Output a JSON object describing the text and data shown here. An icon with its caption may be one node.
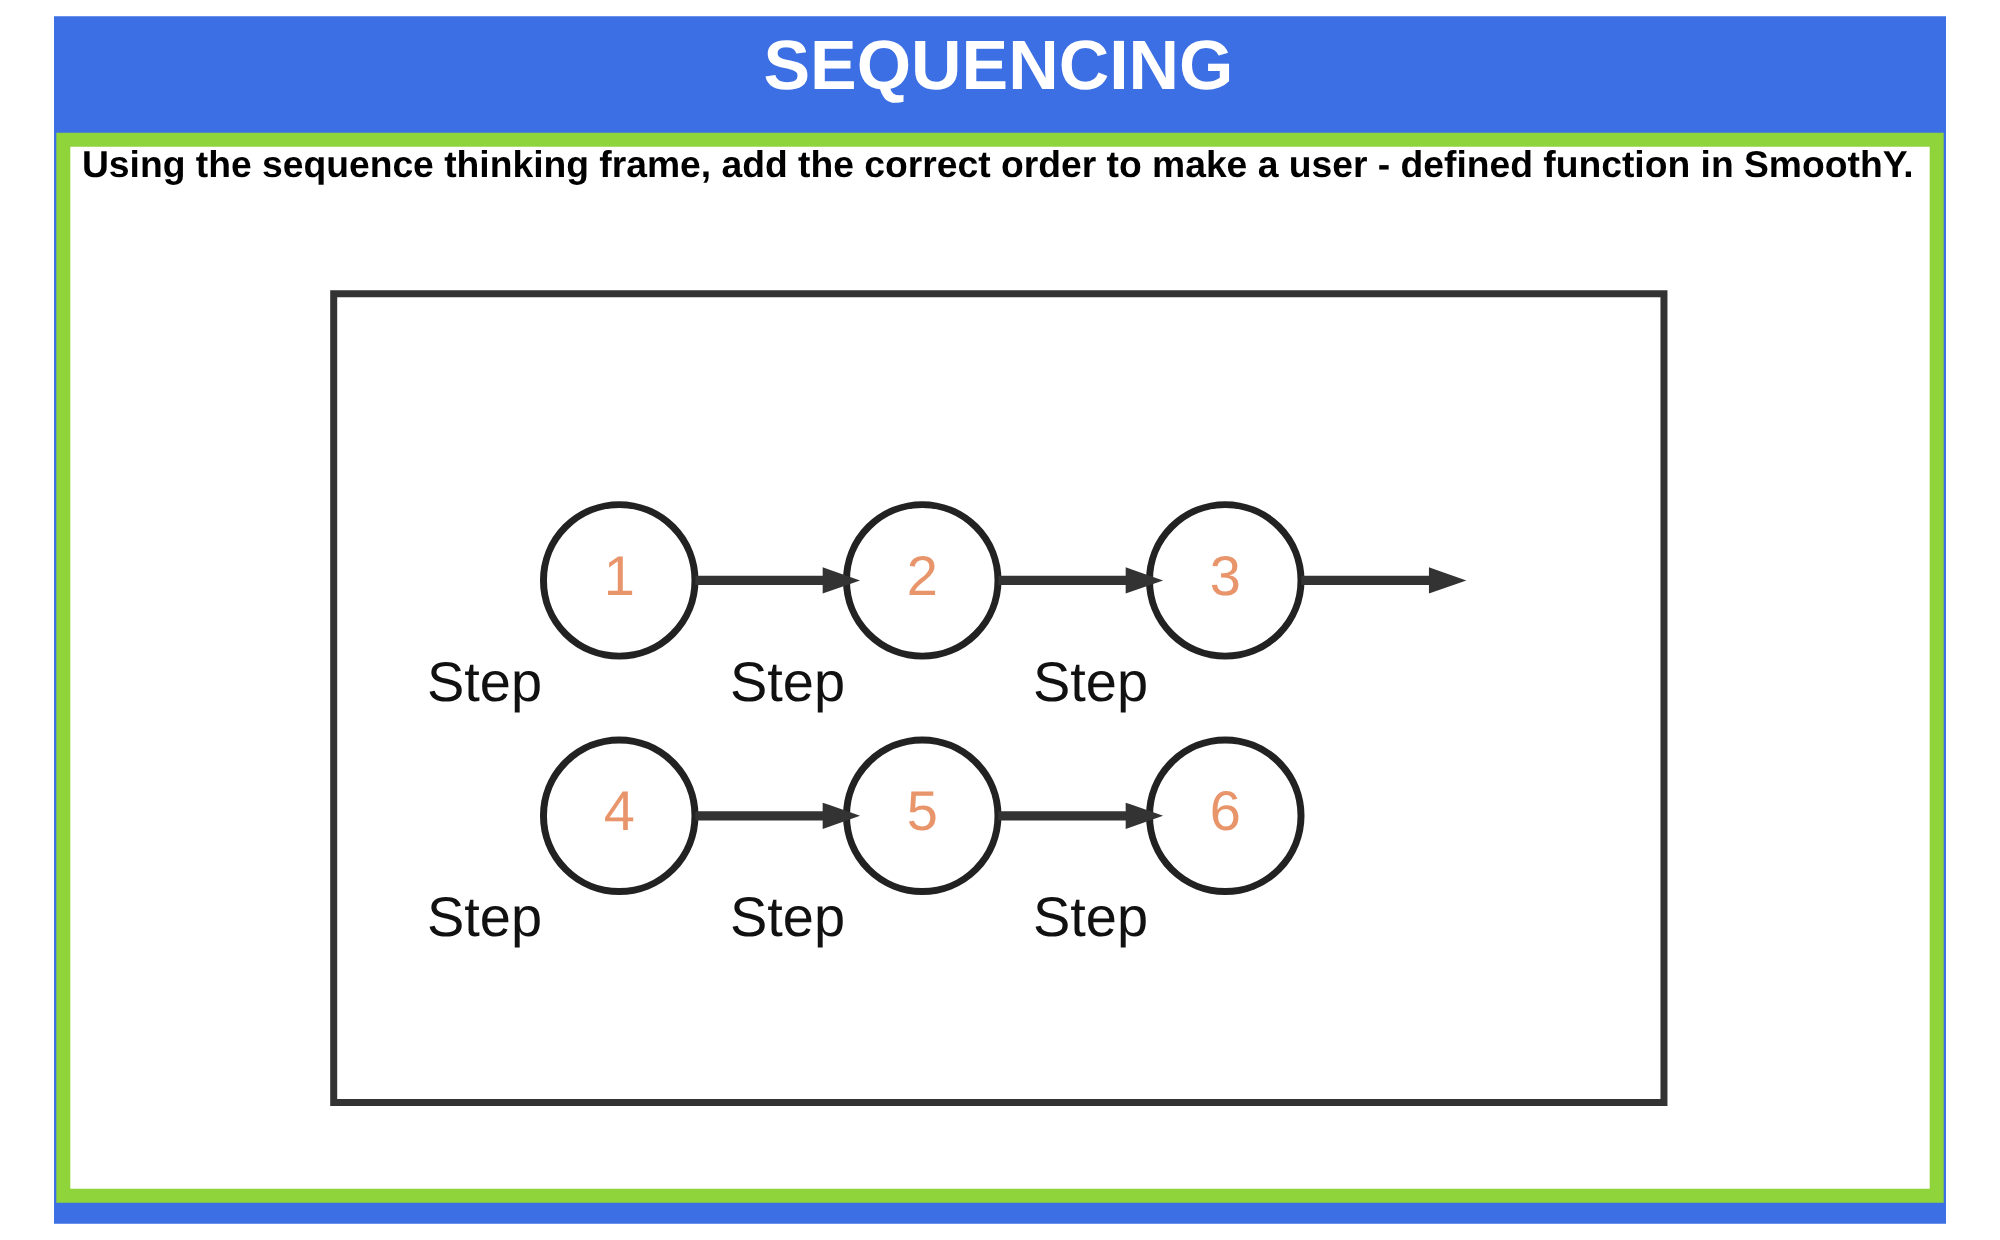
{
  "diagram": {
    "title": "SEQUENCING",
    "nodes": [
      {
        "text": [
          "Using the sequence thinking frame, add the correct order to make a user - defined function in SmoothY."
        ]
      },
      {
        "text": [],
        "shape": "box",
        "in": 0
      },
      {
        "text": [
          "1"
        ],
        "beside": [
          "Step"
        ],
        "in": 1
      },
      {
        "text": [
          "2"
        ],
        "beside": [
          "Step"
        ],
        "in": 1
      },
      {
        "text": [
          "3"
        ],
        "beside": [
          "Step"
        ],
        "in": 1
      },
      {
        "text": [
          "4"
        ],
        "beside": [
          "Step"
        ],
        "in": 1
      },
      {
        "text": [
          "5"
        ],
        "beside": [
          "Step"
        ],
        "in": 1
      },
      {
        "text": [
          "6"
        ],
        "beside": [
          "Step"
        ],
        "in": 1
      }
    ],
    "edges": [
      {
        "from": 2,
        "to": 3,
        "arrow": "to"
      },
      {
        "from": 3,
        "to": 4,
        "arrow": "to"
      },
      {
        "from": 4,
        "to": null,
        "arrow": "to"
      },
      {
        "from": 5,
        "to": 6,
        "arrow": "to"
      },
      {
        "from": 6,
        "to": 7,
        "arrow": "to"
      }
    ]
  }
}
